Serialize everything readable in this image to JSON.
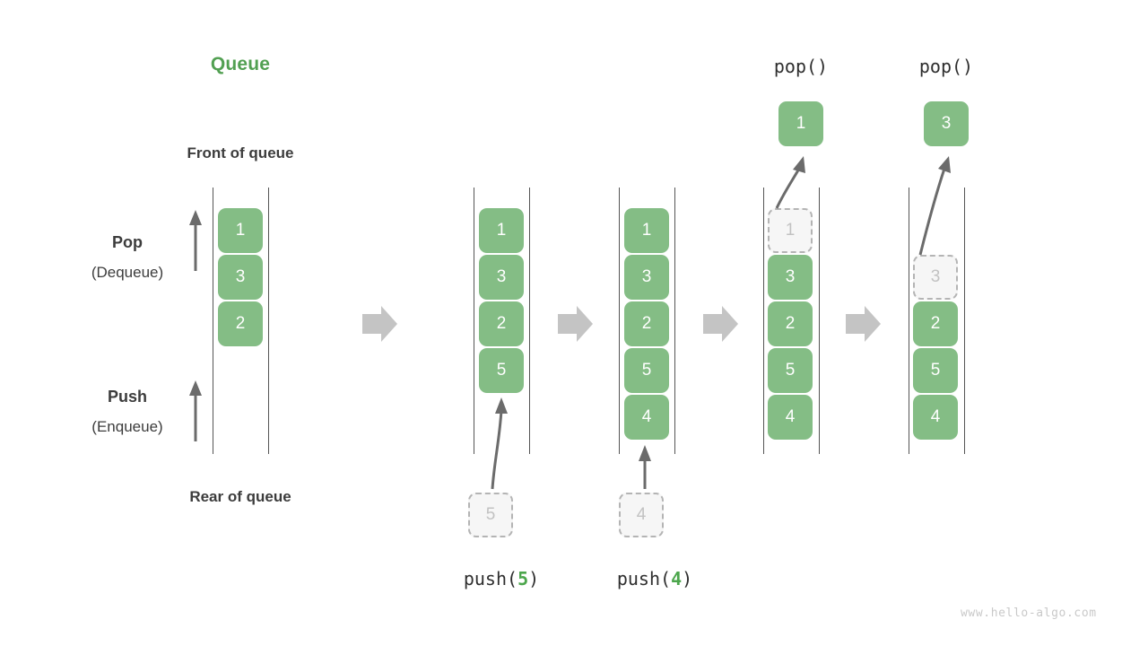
{
  "title": "Queue",
  "labels": {
    "front_of_queue": "Front of queue",
    "rear_of_queue": "Rear of queue",
    "pop_main": "Pop",
    "pop_sub": "(Dequeue)",
    "push_main": "Push",
    "push_sub": "(Enqueue)"
  },
  "watermark": "www.hello-algo.com",
  "colors": {
    "accent_green": "#52a052",
    "node_green": "#84bd85",
    "ghost_fill": "#f6f6f6",
    "ghost_border": "#b4b4b4",
    "rail": "#555555",
    "step_arrow": "#c4c4c4",
    "curve_arrow": "#6b6b6b",
    "text_dark": "#3c3c3c",
    "watermark_gray": "#c9c9c9"
  },
  "stages": [
    {
      "name": "initial-queue",
      "caption": "",
      "items": [
        "1",
        "3",
        "2"
      ],
      "ghost_slot": null,
      "ghost_value": null
    },
    {
      "name": "after-push-5",
      "caption": "push(5)",
      "caption_prefix": "push(",
      "caption_arg": "5",
      "caption_suffix": ")",
      "items": [
        "1",
        "3",
        "2",
        "5"
      ],
      "incoming_value": "5"
    },
    {
      "name": "after-push-4",
      "caption": "push(4)",
      "caption_prefix": "push(",
      "caption_arg": "4",
      "caption_suffix": ")",
      "items": [
        "1",
        "3",
        "2",
        "5",
        "4"
      ],
      "incoming_value": "4"
    },
    {
      "name": "after-pop-1",
      "caption": "pop()",
      "items": [
        "3",
        "2",
        "5",
        "4"
      ],
      "ghost_slot": 0,
      "ghost_value": "1",
      "popped_value": "1"
    },
    {
      "name": "after-pop-3",
      "caption": "pop()",
      "items": [
        "2",
        "5",
        "4"
      ],
      "ghost_slot": 1,
      "ghost_value": "3",
      "popped_value": "3"
    }
  ],
  "step_arrows": [
    "step-arrow-1",
    "step-arrow-2",
    "step-arrow-3",
    "step-arrow-4"
  ],
  "direction_arrows": [
    "pop-direction-arrow",
    "push-direction-arrow"
  ]
}
